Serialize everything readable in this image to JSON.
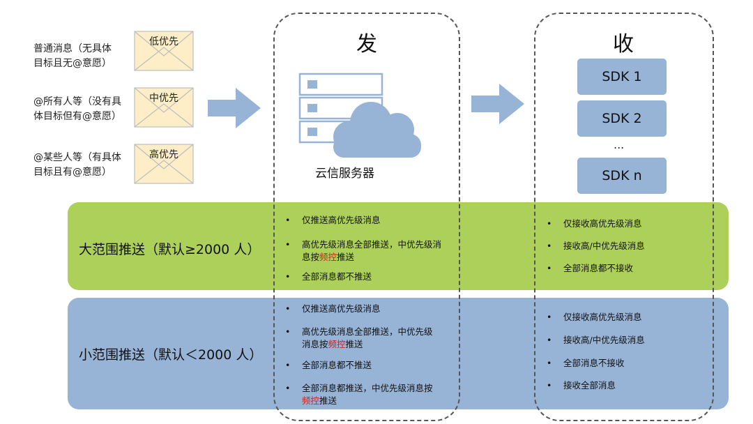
{
  "messages": [
    {
      "line1": "普通消息（无具体",
      "line2": "目标且无@意愿）",
      "envelope": "低优先"
    },
    {
      "line1": "@所有人等（没有具",
      "line2": "体目标但有@意愿）",
      "envelope": "中优先"
    },
    {
      "line1": "@某些人等（有具体",
      "line2": "目标且有@意愿）",
      "envelope": "高优先"
    }
  ],
  "send_column": {
    "title": "发",
    "server_label": "云信服务器"
  },
  "receive_column": {
    "title": "收",
    "sdks": [
      "SDK 1",
      "SDK 2",
      "SDK n"
    ],
    "ellipsis": "..."
  },
  "bands": {
    "large": {
      "title": "大范围推送（默认≥2000 人）",
      "send_rules": [
        {
          "text": "仅推送高优先级消息"
        },
        {
          "line1": "高优先级消息全部推送，中优先级消",
          "line2_pre": "息按",
          "line2_red": "频控",
          "line2_post": "推送"
        },
        {
          "text": "全部消息都不推送"
        }
      ],
      "receive_rules": [
        "仅接收高优先级消息",
        "接收高/中优先级消息",
        "全部消息都不接收"
      ]
    },
    "small": {
      "title": "小范围推送（默认＜2000 人）",
      "send_rules": [
        {
          "text": "仅推送高优先级消息"
        },
        {
          "line1": "高优先级消息全部推送，中优先级",
          "line2_pre": "消息按",
          "line2_red": "频控",
          "line2_post": "推送"
        },
        {
          "text": "全部消息都不推送"
        },
        {
          "line1": "全部消息都推送，中优先级消息按",
          "line2_pre": "",
          "line2_red": "频控",
          "line2_post": "推送"
        }
      ],
      "receive_rules": [
        "仅接收高优先级消息",
        "接收高/中优先级消息",
        "全部消息不接收",
        "接收全部消息"
      ]
    }
  },
  "colors": {
    "green_band": "#acd05a",
    "blue_band": "#97b3d6",
    "envelope": "#fdeec8",
    "arrow": "#97b3d6",
    "highlight": "#d02020"
  }
}
